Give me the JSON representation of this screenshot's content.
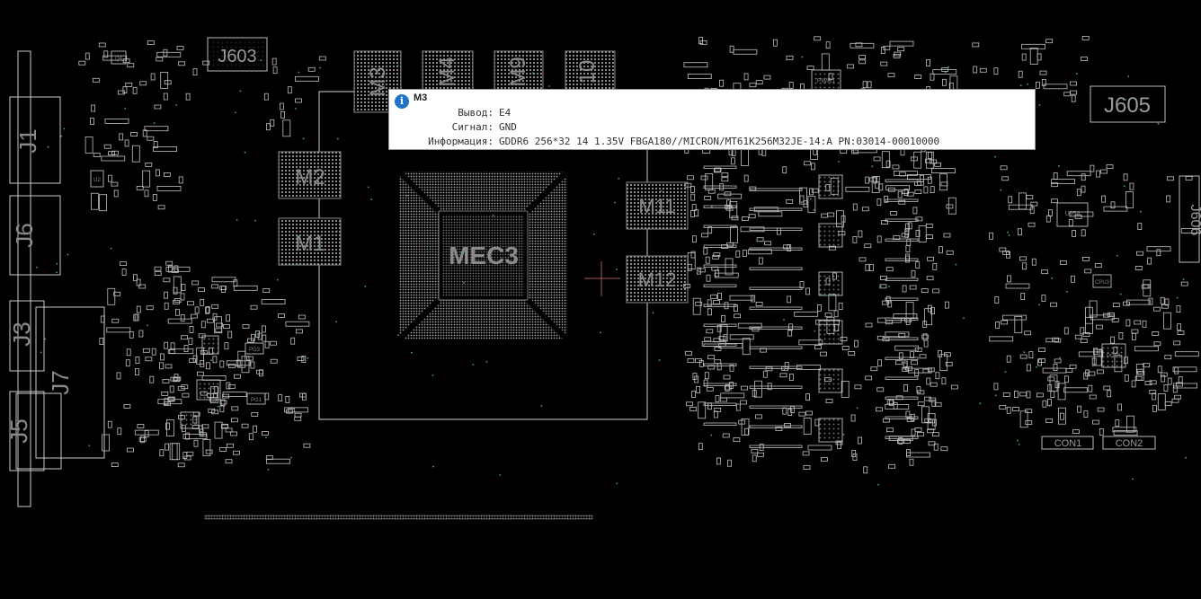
{
  "board": {
    "chip_labels": {
      "gpu": "MEC3",
      "m1": "M1",
      "m2": "M2",
      "m3": "M3",
      "m4": "M4",
      "m9": "M9",
      "m10": "10",
      "m11": "M11",
      "m12": "M12"
    },
    "connector_labels": {
      "j1": "J1",
      "j3": "J3",
      "j5": "J5",
      "j6": "J6",
      "j7": "J7",
      "j603": "J603",
      "j605": "J605",
      "j606": "J606",
      "con1": "CON1",
      "con2": "CON2"
    },
    "small_labels": {
      "u954": "U954",
      "pwr1": "PWR1",
      "pou1": "POU1",
      "cpu3": "CPU3",
      "pg3": "PG3",
      "pg1": "PG1",
      "q4": "Q4",
      "u2": "U2"
    }
  },
  "tooltip": {
    "title": "M3",
    "rows": [
      {
        "label": "Вывод:",
        "value": "E4"
      },
      {
        "label": "Сигнал:",
        "value": "GND"
      },
      {
        "label": "Информация:",
        "value": "GDDR6 256*32 14 1.35V FBGA180//MICRON/MT61K256M32JE-14:A PN:03014-00010000"
      }
    ]
  }
}
